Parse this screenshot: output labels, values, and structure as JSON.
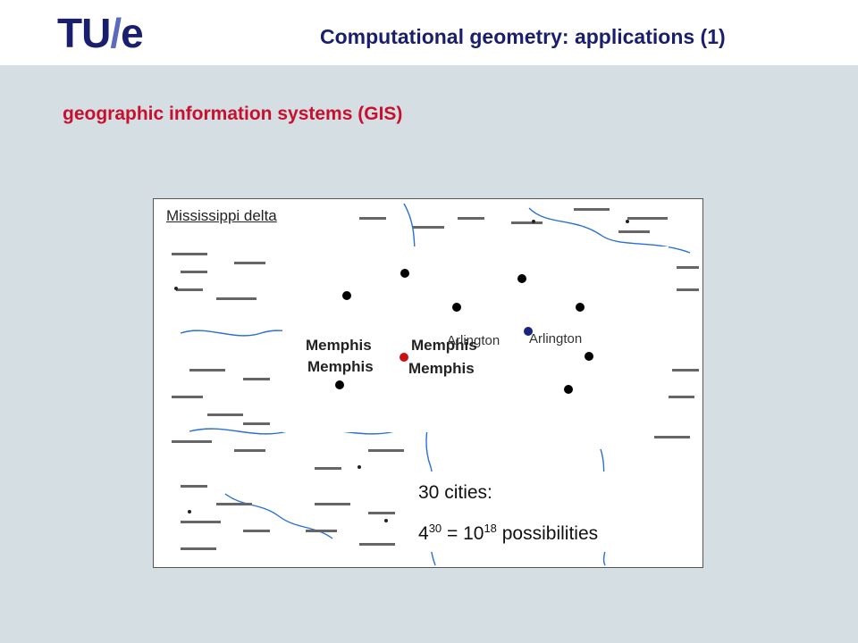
{
  "header": {
    "logo": {
      "part1": "TU",
      "slash": "/",
      "part2": "e"
    },
    "title": "Computational geometry: applications (1)"
  },
  "subtitle": "geographic information systems (GIS)",
  "map": {
    "label": "Mississippi delta"
  },
  "labels": {
    "memphis": "Memphis",
    "arlington": "Arlington"
  },
  "info": {
    "line1": "30 cities:",
    "base": "4",
    "exp1": "30",
    "equals": " = 10",
    "exp2": "18",
    "suffix": " possibilities"
  },
  "colors": {
    "logo": "#1a1e6e",
    "title": "#1a1e6e",
    "subtitle": "#c8102e",
    "background": "#d5dee3",
    "highlight_city": "#cc1111",
    "arlington_city": "#1a237e"
  }
}
